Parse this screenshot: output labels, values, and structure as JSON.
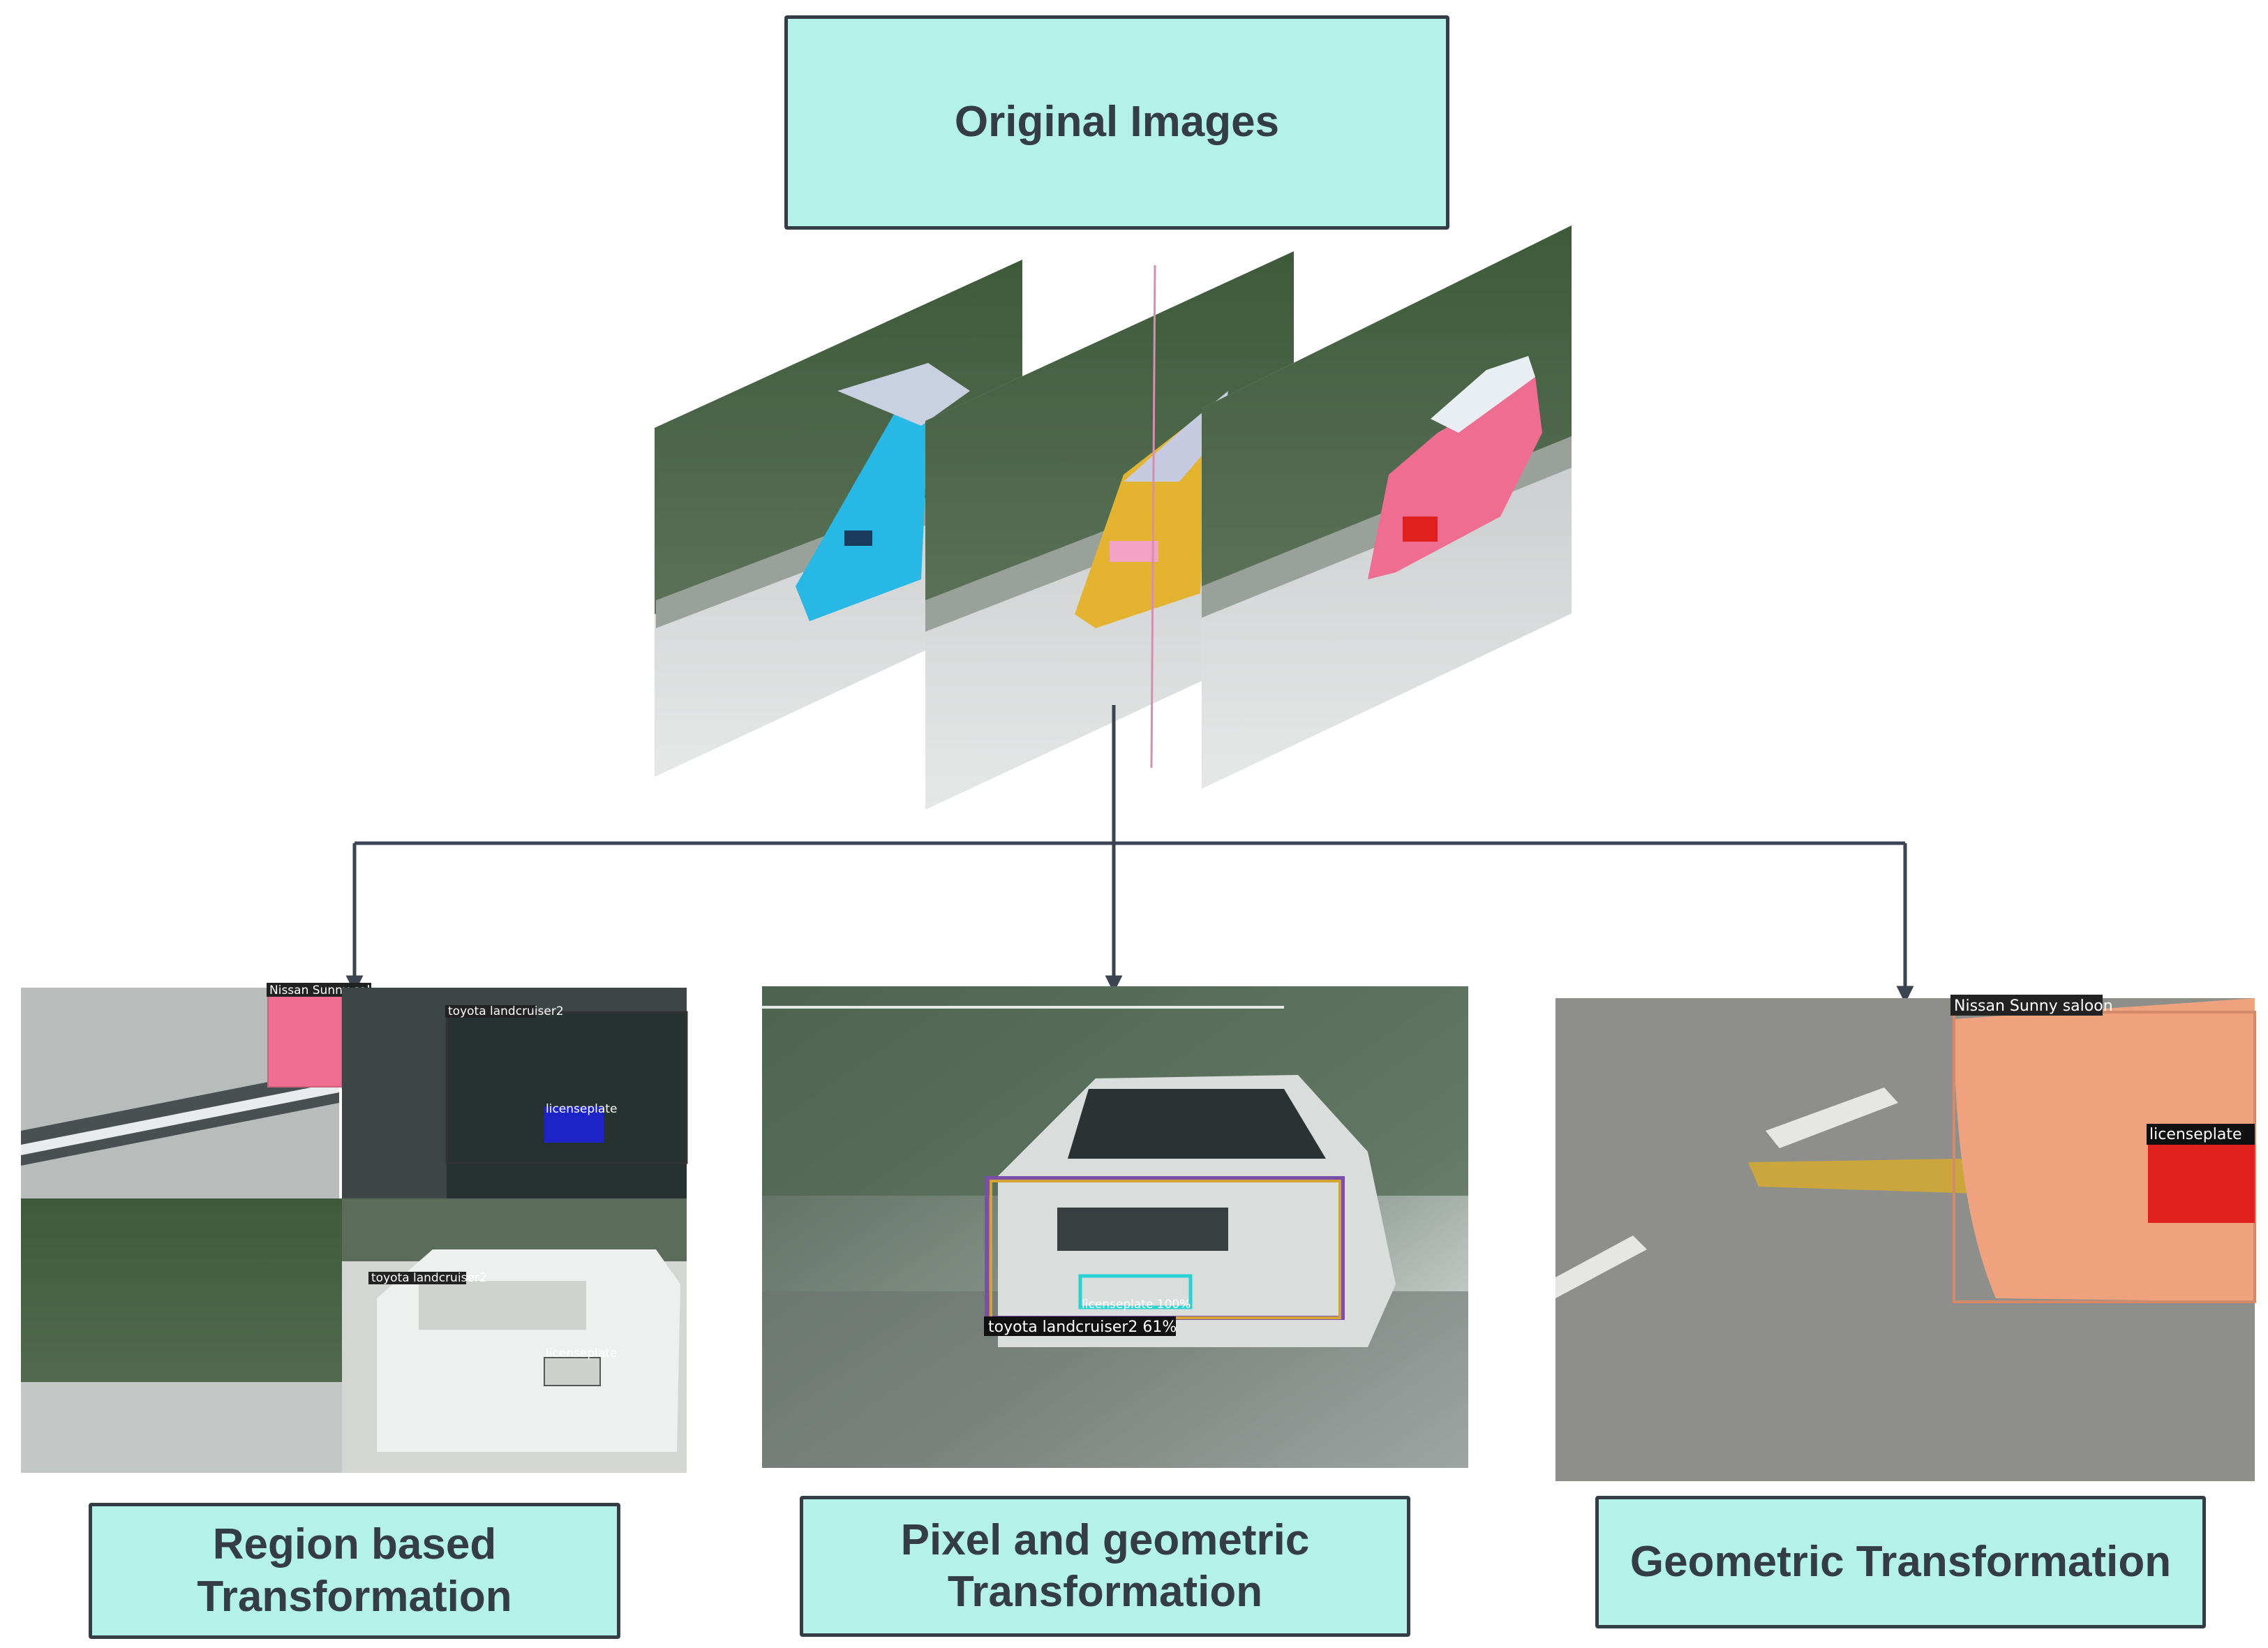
{
  "title_box": {
    "label": "Original Images"
  },
  "branches": [
    {
      "label_line1": "Region based",
      "label_line2": "Transformation"
    },
    {
      "label_line1": "Pixel and geometric",
      "label_line2": "Transformation"
    },
    {
      "label": "Geometric Transformation"
    }
  ],
  "detections": {
    "mosaic_top_left": "Nissan Sunny saloon",
    "mosaic_top_right": "toyota landcruiser2",
    "mosaic_top_right_plate": "licenseplate",
    "mosaic_bottom_right": "toyota landcruiser2",
    "mosaic_bottom_right_plate": "licenseplate",
    "pixel_car": "toyota landcruiser2 61%",
    "pixel_plate": "licenseplate 100%",
    "geo_car": "Nissan Sunny saloon",
    "geo_plate": "licenseplate"
  },
  "colors": {
    "box_fill": "#b4f2e8",
    "box_border": "#343c44",
    "connector": "#3b4450",
    "mask_cyan": "#27b8e6",
    "mask_yellow": "#e4b431",
    "mask_pink": "#ee6d91",
    "mask_blue": "#1e23c8",
    "mask_orange": "#f0a27f",
    "mask_red": "#e01f1f"
  }
}
